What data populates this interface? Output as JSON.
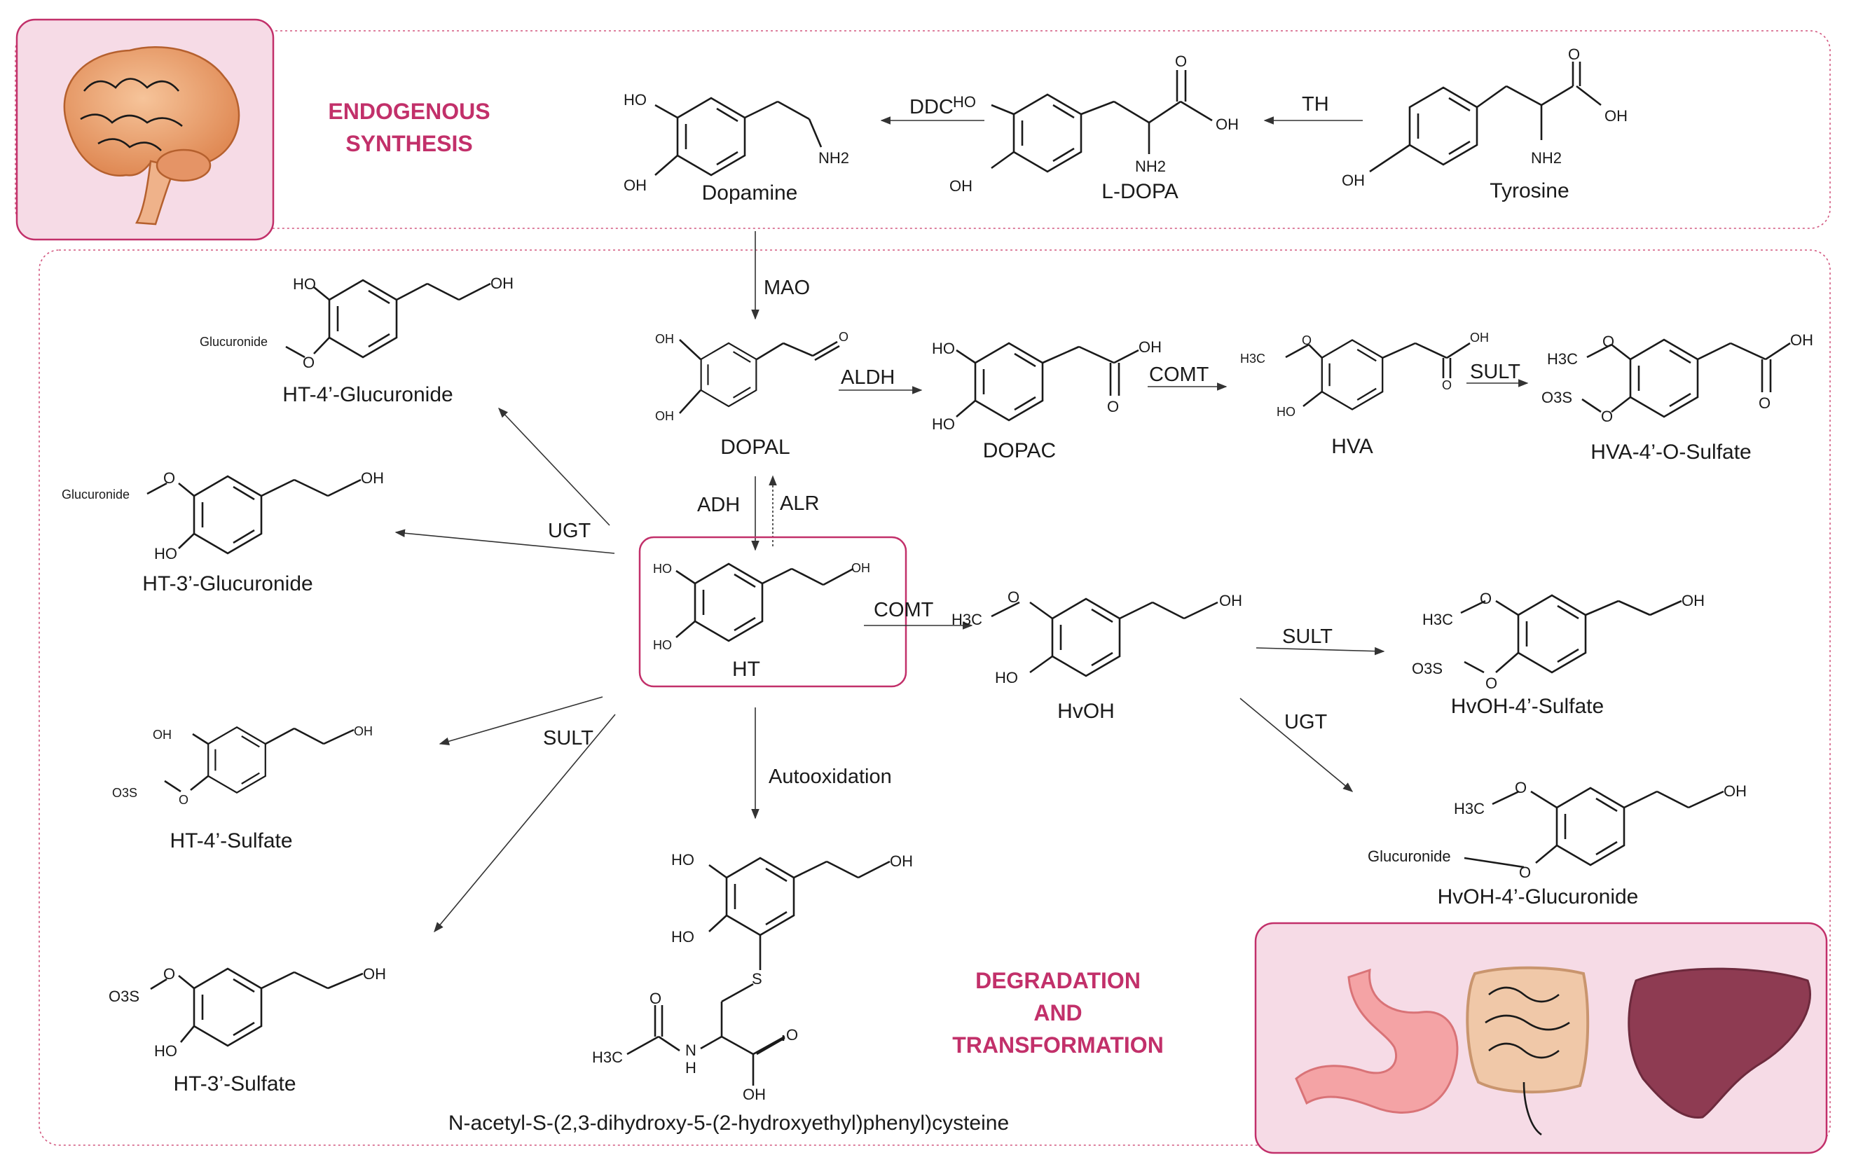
{
  "sections": {
    "synthesis": [
      "ENDOGENOUS",
      "SYNTHESIS"
    ],
    "degradation": [
      "DEGRADATION",
      "AND",
      "TRANSFORMATION"
    ]
  },
  "compounds": {
    "tyrosine": "Tyrosine",
    "ldopa": "L-DOPA",
    "dopamine": "Dopamine",
    "dopal": "DOPAL",
    "dopac": "DOPAC",
    "hva": "HVA",
    "hva_sulfate": "HVA-4’-O-Sulfate",
    "ht": "HT",
    "hvoh": "HvOH",
    "hvoh_sulfate": "HvOH-4’-Sulfate",
    "hvoh_glucuronide": "HvOH-4’-Glucuronide",
    "ht4_glucuronide": "HT-4’-Glucuronide",
    "ht3_glucuronide": "HT-3’-Glucuronide",
    "ht4_sulfate": "HT-4’-Sulfate",
    "ht3_sulfate": "HT-3’-Sulfate",
    "nac": "N-acetyl-S-(2,3-dihydroxy-5-(2-hydroxyethyl)phenyl)cysteine"
  },
  "enzymes": {
    "th": "TH",
    "ddc": "DDC",
    "mao": "MAO",
    "aldh": "ALDH",
    "comt1": "COMT",
    "sult1": "SULT",
    "adh": "ADH",
    "alr": "ALR",
    "comt2": "COMT",
    "sult2": "SULT",
    "ugt2": "UGT",
    "ugt1": "UGT",
    "sult3": "SULT",
    "autoox": "Autooxidation"
  },
  "atoms": {
    "ho": "HO",
    "oh": "OH",
    "nh2": "NH2",
    "o": "O",
    "s": "S",
    "n": "N",
    "h": "H",
    "h3c": "H3C",
    "o3s": "O3S",
    "glucuronide": "Glucuronide"
  },
  "colors": {
    "accent": "#c2306a",
    "panel_fill": "#f6dbe6",
    "dotted_border": "#d2577f"
  },
  "icons": [
    "brain-icon",
    "stomach-icon",
    "intestine-icon",
    "liver-icon"
  ]
}
